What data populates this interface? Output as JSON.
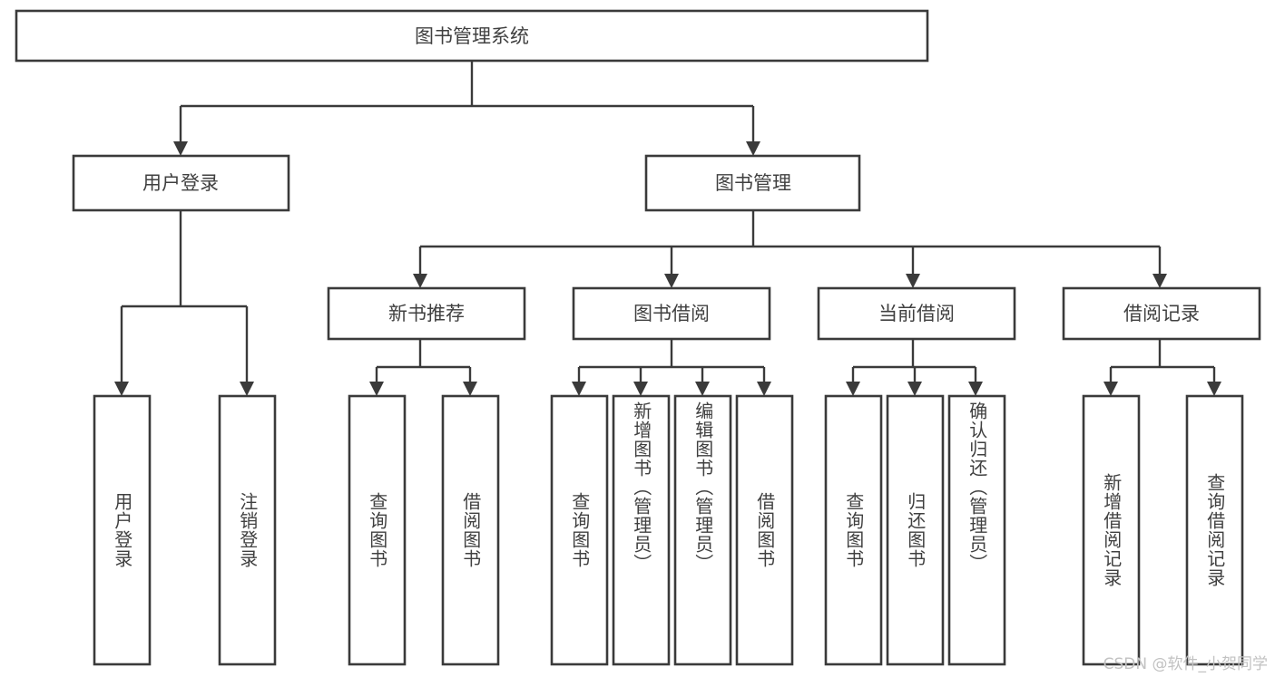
{
  "diagram": {
    "type": "tree-hierarchy",
    "title": "图书管理系统",
    "background_color": "#ffffff",
    "box_stroke_color": "#3a3a3a",
    "box_fill_color": "#ffffff",
    "text_color": "#404040",
    "root": {
      "label": "图书管理系统"
    },
    "level1": [
      {
        "label": "用户登录"
      },
      {
        "label": "图书管理"
      }
    ],
    "level2": [
      {
        "label": "新书推荐"
      },
      {
        "label": "图书借阅"
      },
      {
        "label": "当前借阅"
      },
      {
        "label": "借阅记录"
      }
    ],
    "leaves": {
      "user_login": [
        {
          "label": "用户登录"
        },
        {
          "label": "注销登录"
        }
      ],
      "new_book_recommend": [
        {
          "label": "查询图书"
        },
        {
          "label": "借阅图书"
        }
      ],
      "book_borrow": [
        {
          "label": "查询图书"
        },
        {
          "label": "新增图书（管理员）"
        },
        {
          "label": "编辑图书（管理员）"
        },
        {
          "label": "借阅图书"
        }
      ],
      "current_borrow": [
        {
          "label": "查询图书"
        },
        {
          "label": "归还图书"
        },
        {
          "label": "确认归还（管理员）"
        }
      ],
      "borrow_record": [
        {
          "label": "新增借阅记录"
        },
        {
          "label": "查询借阅记录"
        }
      ]
    }
  },
  "watermark": {
    "text": "CSDN @软件_小贺同学"
  }
}
